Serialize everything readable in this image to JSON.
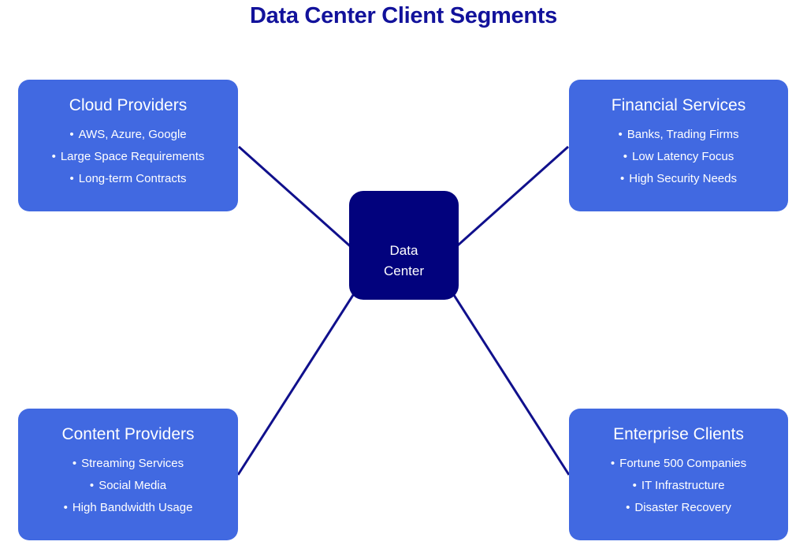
{
  "title": "Data Center Client Segments",
  "ui": {
    "bullet_char": "•"
  },
  "colors": {
    "title_text": "#12129b",
    "satellite_box_fill": "#4169e1",
    "center_box_fill": "#02027d",
    "connector_line": "#10108c",
    "box_text": "#ffffff",
    "background": "#ffffff"
  },
  "center_node": {
    "line1": "Data",
    "line2": "Center"
  },
  "segments": [
    {
      "id": "cloud-providers",
      "position": "top-left",
      "title": "Cloud Providers",
      "bullets": [
        "AWS, Azure, Google",
        "Large Space Requirements",
        "Long-term Contracts"
      ]
    },
    {
      "id": "financial-services",
      "position": "top-right",
      "title": "Financial Services",
      "bullets": [
        "Banks, Trading Firms",
        "Low Latency Focus",
        "High Security Needs"
      ]
    },
    {
      "id": "content-providers",
      "position": "bottom-left",
      "title": "Content Providers",
      "bullets": [
        "Streaming Services",
        "Social Media",
        "High Bandwidth Usage"
      ]
    },
    {
      "id": "enterprise-clients",
      "position": "bottom-right",
      "title": "Enterprise Clients",
      "bullets": [
        "Fortune 500 Companies",
        "IT Infrastructure",
        "Disaster Recovery"
      ]
    }
  ],
  "connections": [
    {
      "from": "cloud-providers",
      "to": "data-center"
    },
    {
      "from": "financial-services",
      "to": "data-center"
    },
    {
      "from": "content-providers",
      "to": "data-center"
    },
    {
      "from": "enterprise-clients",
      "to": "data-center"
    }
  ]
}
